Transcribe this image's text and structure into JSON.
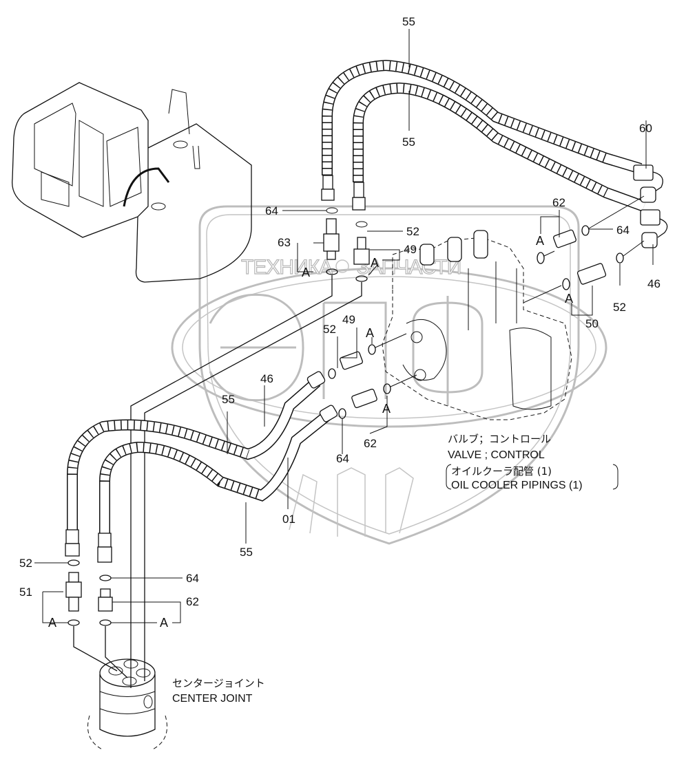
{
  "diagram": {
    "title_jp": "バルブ；コントロール",
    "title_en": "VALVE ; CONTROL",
    "subtitle_jp": "オイルクーラ配管 (1)",
    "subtitle_en": "OIL   COOLER   PIPINGS (1)",
    "center_joint_jp": "センタージョイント",
    "center_joint_en": "CENTER   JOINT",
    "watermark": {
      "left": "ТЕХНИКА",
      "right": "ЗАПЧАСТИ",
      "logo_letters": "ЭПФ"
    },
    "callouts": [
      {
        "id": "top-hose-upper",
        "text": "55"
      },
      {
        "id": "top-hose-lower",
        "text": "55"
      },
      {
        "id": "right-hose-60",
        "text": "60"
      },
      {
        "id": "right-62",
        "text": "62"
      },
      {
        "id": "right-64",
        "text": "64"
      },
      {
        "id": "right-46",
        "text": "46"
      },
      {
        "id": "right-52",
        "text": "52"
      },
      {
        "id": "right-50",
        "text": "50"
      },
      {
        "id": "upper-64",
        "text": "64"
      },
      {
        "id": "upper-52",
        "text": "52"
      },
      {
        "id": "upper-63",
        "text": "63"
      },
      {
        "id": "upper-49",
        "text": "49"
      },
      {
        "id": "mid-52",
        "text": "52"
      },
      {
        "id": "mid-49",
        "text": "49"
      },
      {
        "id": "mid-46",
        "text": "46"
      },
      {
        "id": "mid-55",
        "text": "55"
      },
      {
        "id": "mid-62",
        "text": "62"
      },
      {
        "id": "mid-64",
        "text": "64"
      },
      {
        "id": "mid-01",
        "text": "01"
      },
      {
        "id": "low-55",
        "text": "55"
      },
      {
        "id": "low-52",
        "text": "52"
      },
      {
        "id": "low-64",
        "text": "64"
      },
      {
        "id": "low-51",
        "text": "51"
      },
      {
        "id": "low-62",
        "text": "62"
      }
    ],
    "group_marker": "A"
  }
}
